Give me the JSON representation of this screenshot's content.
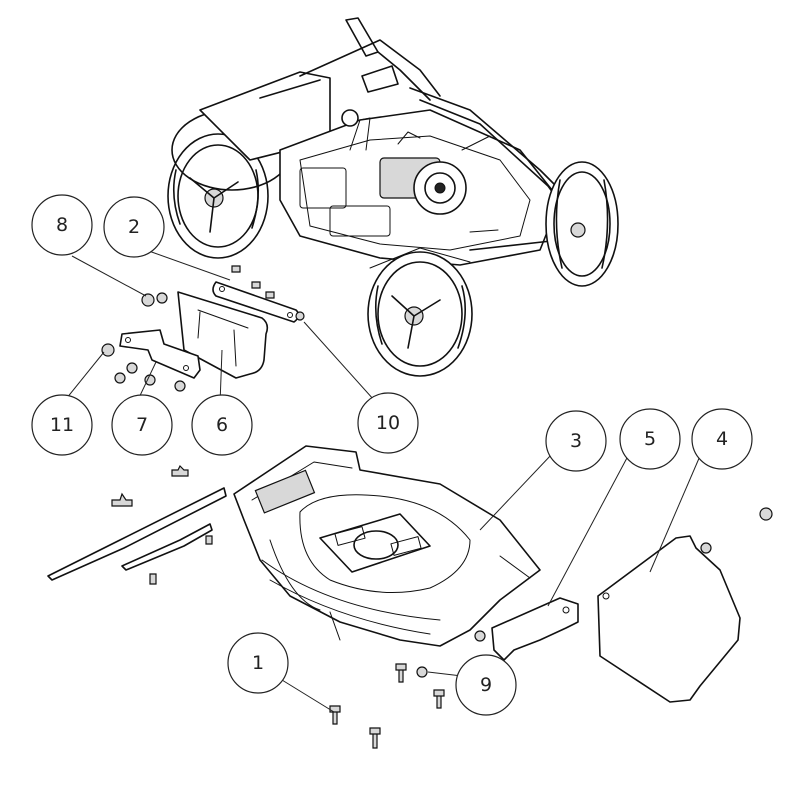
{
  "callouts": [
    {
      "id": "c8",
      "label": "8"
    },
    {
      "id": "c2",
      "label": "2"
    },
    {
      "id": "c11",
      "label": "11"
    },
    {
      "id": "c7",
      "label": "7"
    },
    {
      "id": "c6",
      "label": "6"
    },
    {
      "id": "c10",
      "label": "10"
    },
    {
      "id": "c3",
      "label": "3"
    },
    {
      "id": "c5",
      "label": "5"
    },
    {
      "id": "c4",
      "label": "4"
    },
    {
      "id": "c1",
      "label": "1"
    },
    {
      "id": "c9",
      "label": "9"
    }
  ],
  "colors": {
    "ink": "#111111",
    "background": "#ffffff"
  }
}
